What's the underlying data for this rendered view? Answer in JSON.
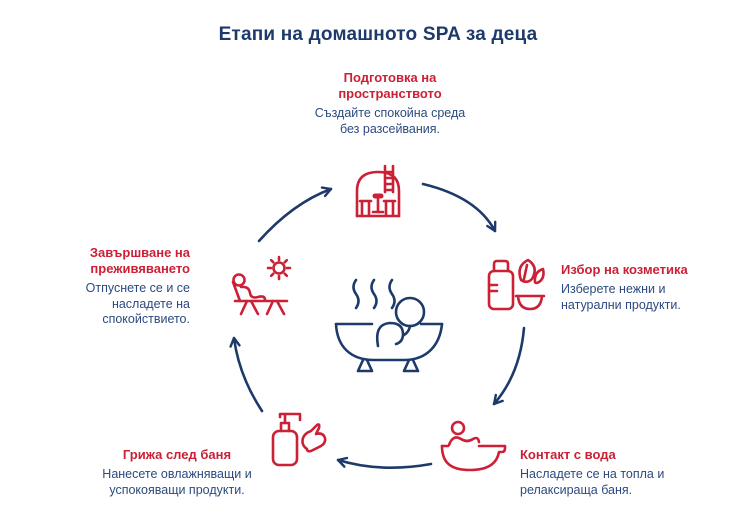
{
  "title": "Етапи на домашното SPA за деца",
  "colors": {
    "navy": "#1e3a6a",
    "red": "#cc2036",
    "desc_navy": "#2c4a80"
  },
  "center": {
    "icon": "bathtub-steam-icon"
  },
  "stages": [
    {
      "position": "top",
      "title": "Подготовка на пространството",
      "description": "Създайте спокойна среда без разсейвания.",
      "icon": "sauna-room-icon"
    },
    {
      "position": "right",
      "title": "Избор на козметика",
      "description": "Изберете нежни и натурални продукти.",
      "icon": "natural-cosmetics-icon"
    },
    {
      "position": "bottom-right",
      "title": "Контакт с вода",
      "description": "Насладете се на топла и релаксираща баня.",
      "icon": "baby-bathtub-icon"
    },
    {
      "position": "bottom-left",
      "title": "Грижа след баня",
      "description": "Нанесете овлажняващи и успокояващи продукти.",
      "icon": "lotion-pump-icon"
    },
    {
      "position": "left",
      "title": "Завършване на преживяването",
      "description": "Отпуснете се и се насладете на спокойствието.",
      "icon": "sun-lounger-icon"
    }
  ]
}
